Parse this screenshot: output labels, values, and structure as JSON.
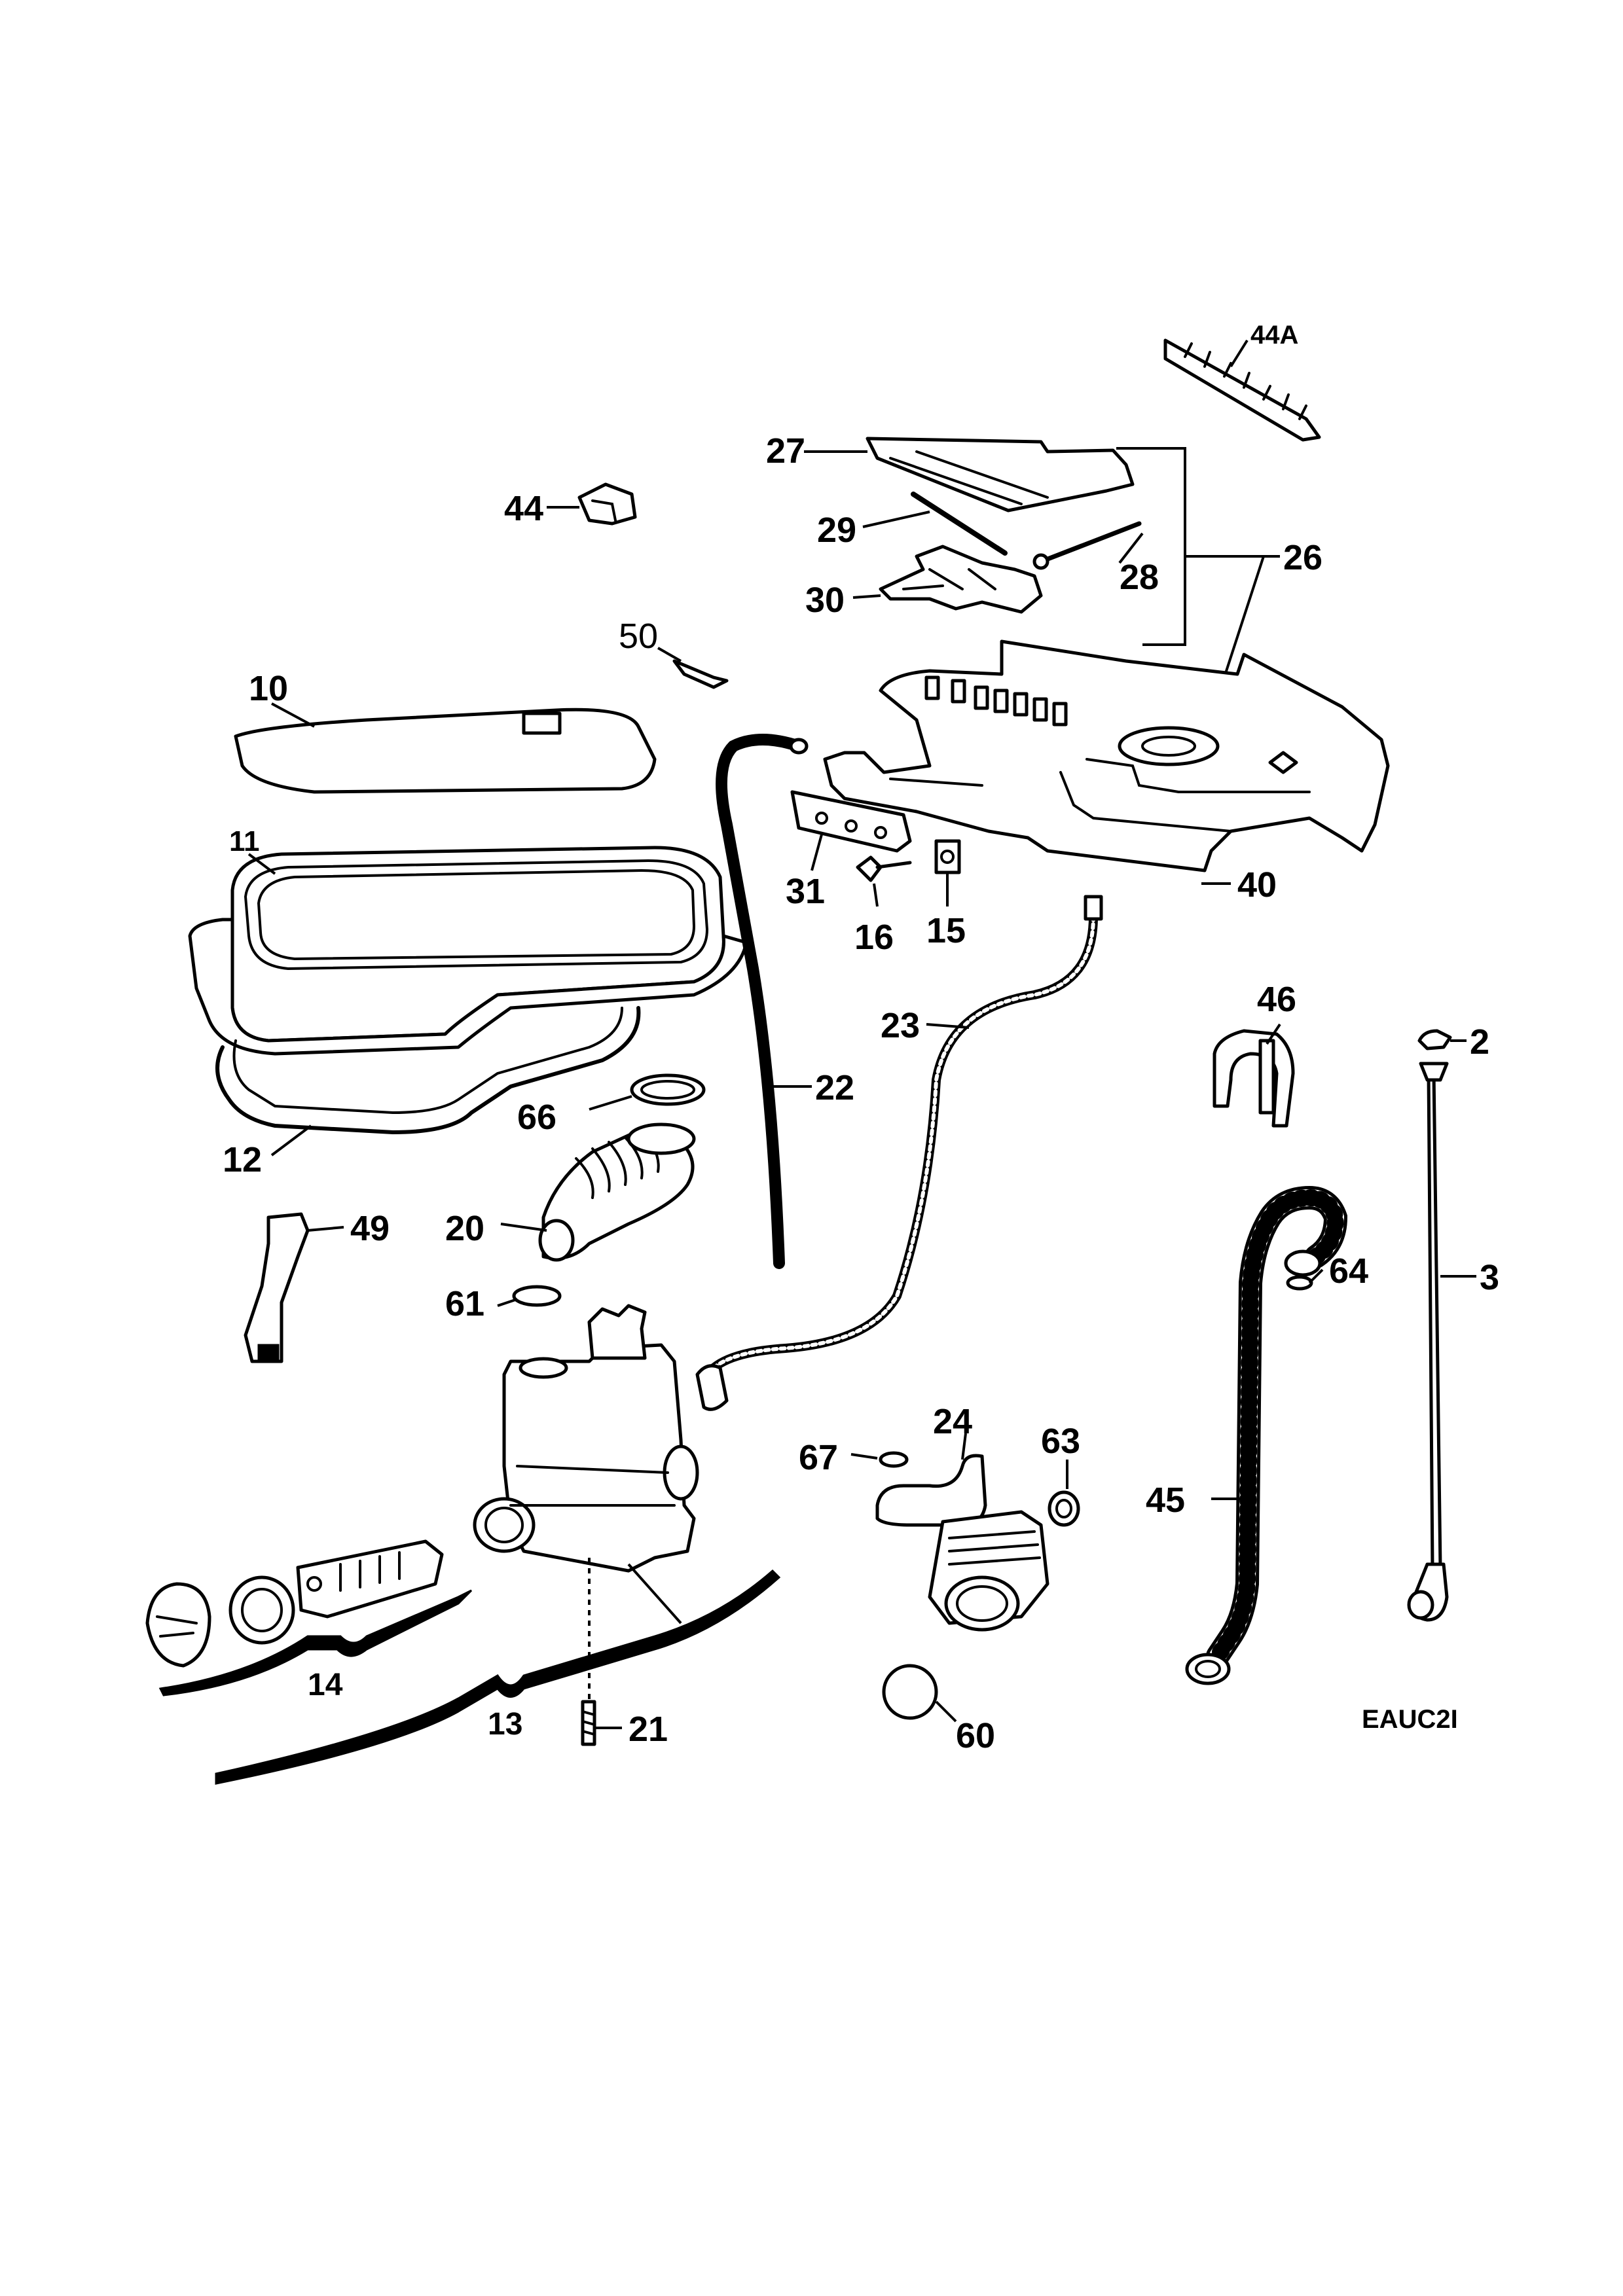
{
  "diagram_code": "EAUC2I",
  "parts": [
    {
      "id": "p44a",
      "label": "44A"
    },
    {
      "id": "p27",
      "label": "27"
    },
    {
      "id": "p44",
      "label": "44"
    },
    {
      "id": "p29",
      "label": "29"
    },
    {
      "id": "p28",
      "label": "28"
    },
    {
      "id": "p26",
      "label": "26"
    },
    {
      "id": "p30",
      "label": "30"
    },
    {
      "id": "p50",
      "label": "50"
    },
    {
      "id": "p10",
      "label": "10"
    },
    {
      "id": "p11",
      "label": "11"
    },
    {
      "id": "p31",
      "label": "31"
    },
    {
      "id": "p16",
      "label": "16"
    },
    {
      "id": "p15",
      "label": "15"
    },
    {
      "id": "p40",
      "label": "40"
    },
    {
      "id": "p46",
      "label": "46"
    },
    {
      "id": "p2",
      "label": "2"
    },
    {
      "id": "p23",
      "label": "23"
    },
    {
      "id": "p22",
      "label": "22"
    },
    {
      "id": "p66",
      "label": "66"
    },
    {
      "id": "p12",
      "label": "12"
    },
    {
      "id": "p20",
      "label": "20"
    },
    {
      "id": "p49",
      "label": "49"
    },
    {
      "id": "p64",
      "label": "64"
    },
    {
      "id": "p3",
      "label": "3"
    },
    {
      "id": "p61",
      "label": "61"
    },
    {
      "id": "p24",
      "label": "24"
    },
    {
      "id": "p63",
      "label": "63"
    },
    {
      "id": "p67",
      "label": "67"
    },
    {
      "id": "p45",
      "label": "45"
    },
    {
      "id": "p14",
      "label": "14"
    },
    {
      "id": "p13",
      "label": "13"
    },
    {
      "id": "p21",
      "label": "21"
    },
    {
      "id": "p60",
      "label": "60"
    }
  ]
}
